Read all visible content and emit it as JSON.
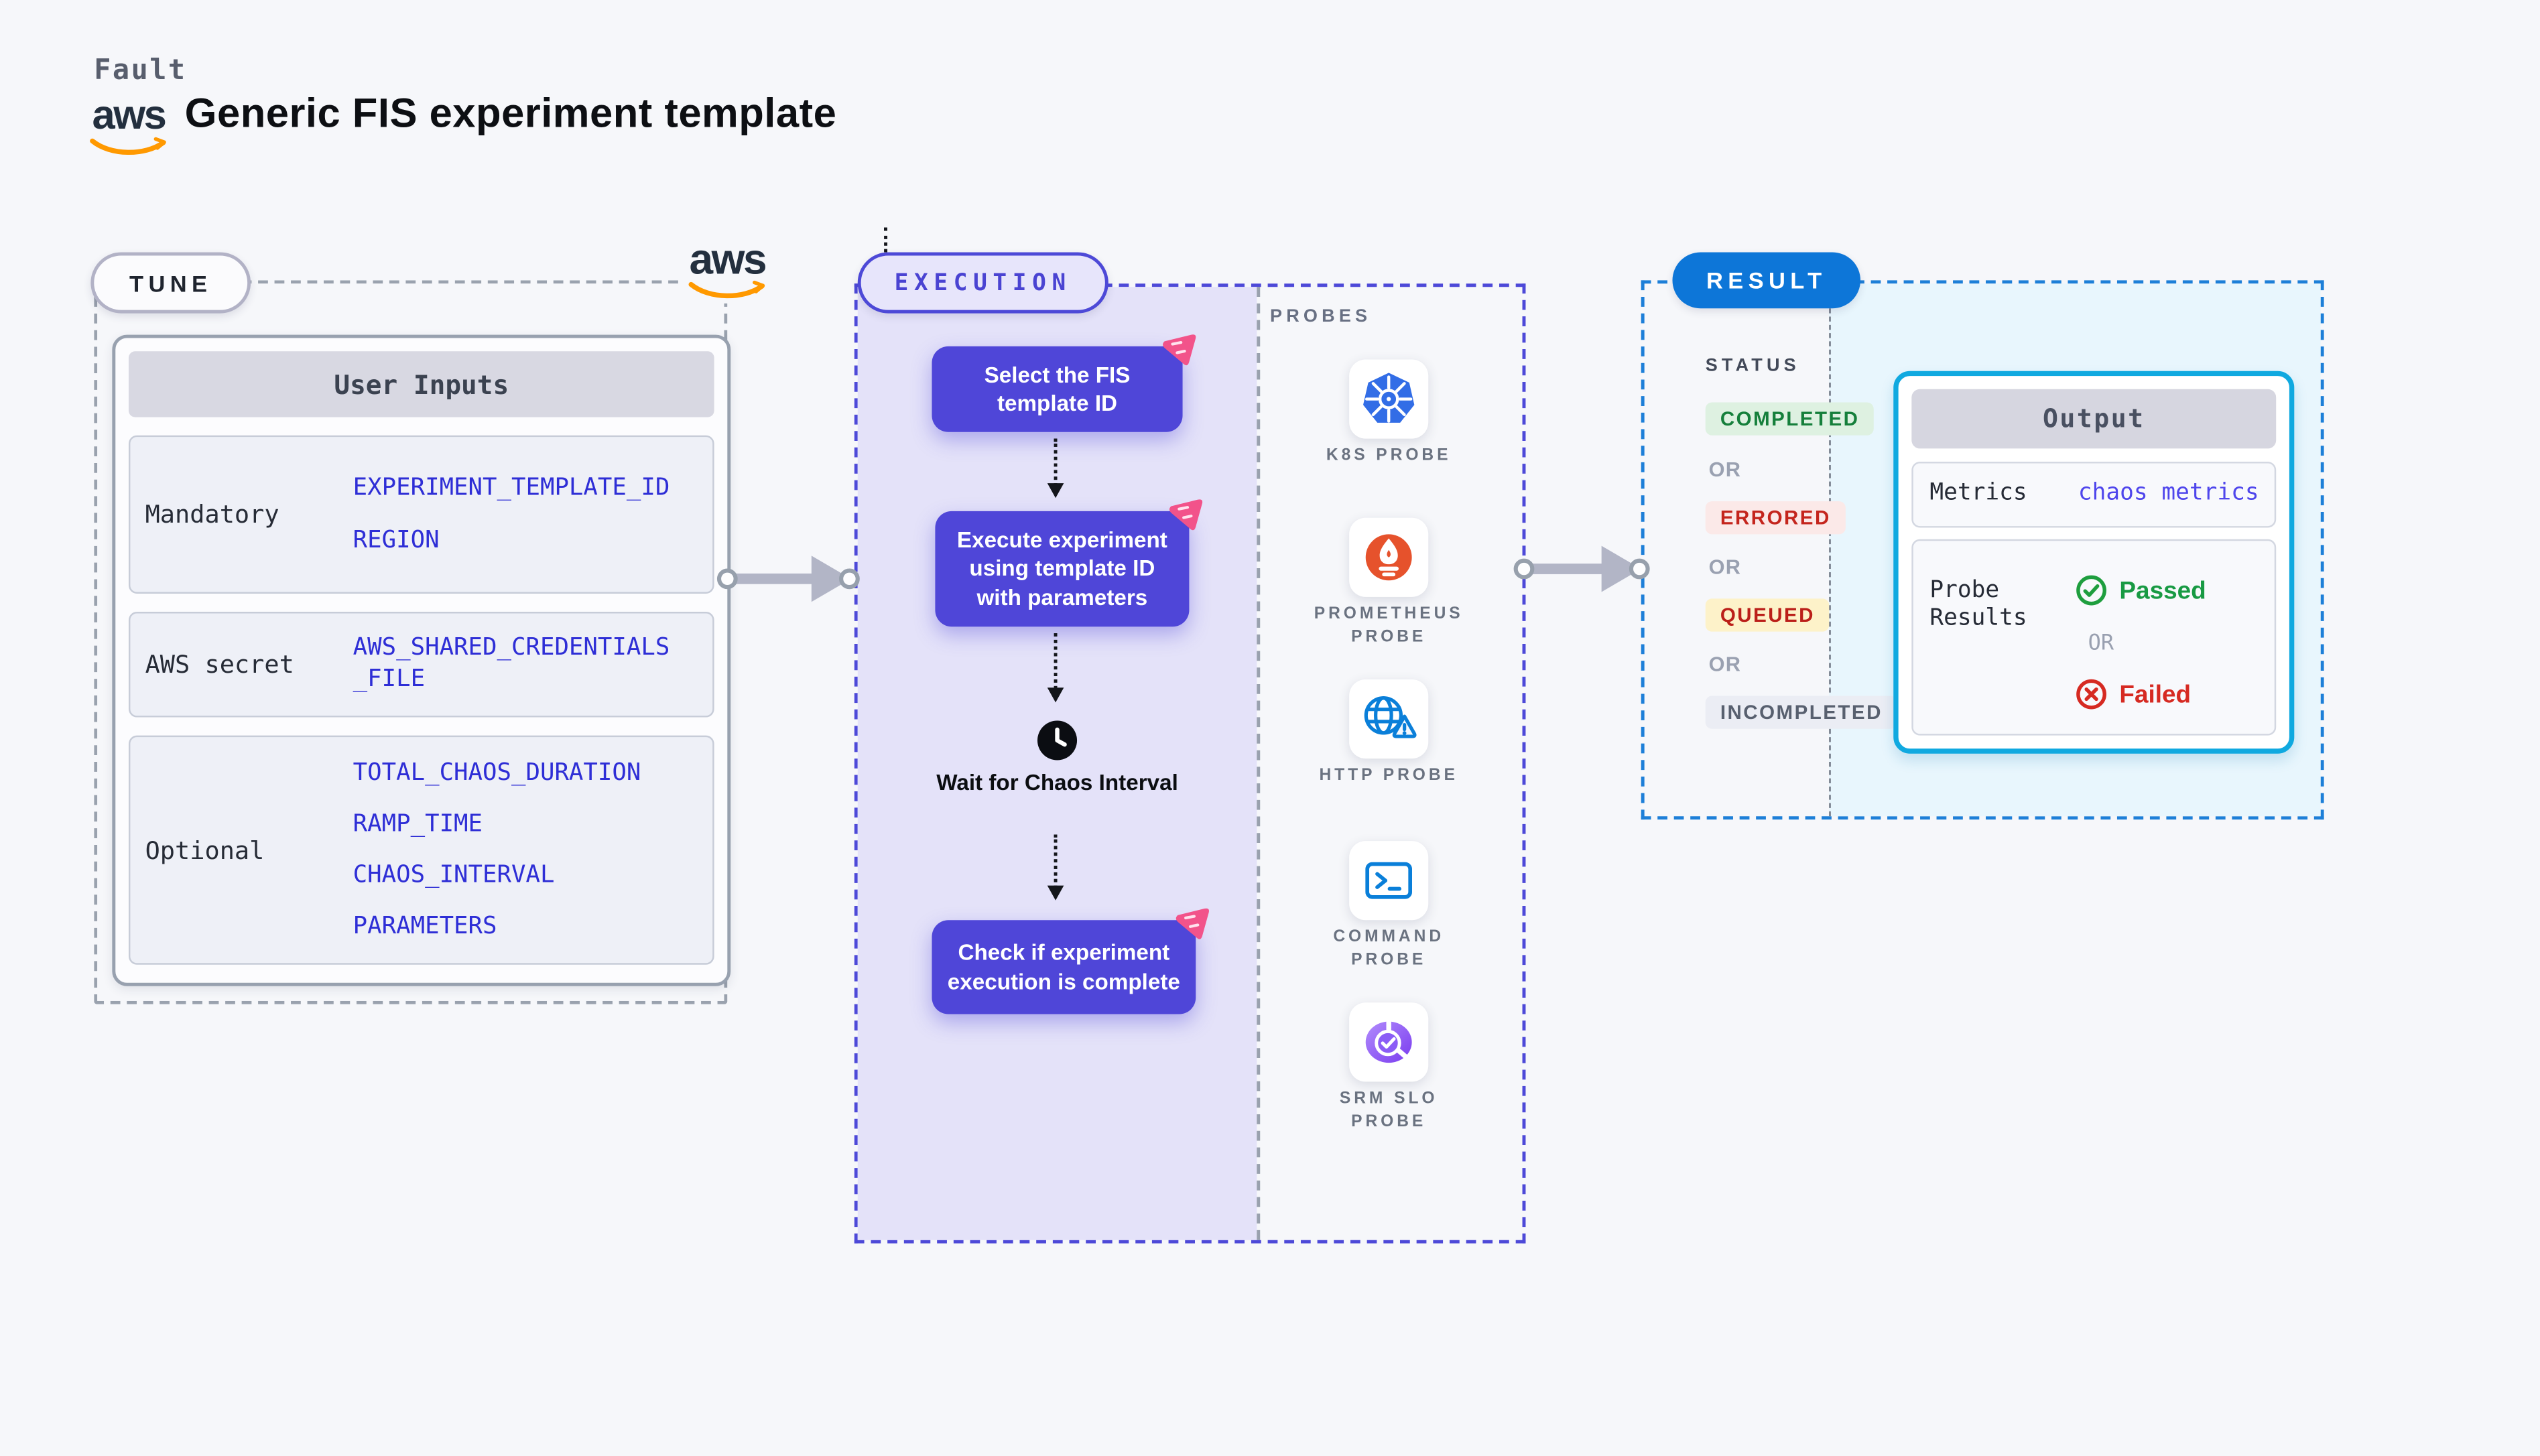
{
  "header": {
    "brand": "Fault",
    "aws_logo_text": "aws",
    "title": "Generic FIS experiment template"
  },
  "tune": {
    "pill": "TUNE",
    "card": {
      "title": "User Inputs",
      "rows": [
        {
          "label": "Mandatory",
          "values": [
            "EXPERIMENT_TEMPLATE_ID",
            "REGION"
          ]
        },
        {
          "label": "AWS secret",
          "values": [
            "AWS_SHARED_CREDENTIALS_FILE"
          ]
        },
        {
          "label": "Optional",
          "values": [
            "TOTAL_CHAOS_DURATION",
            "RAMP_TIME",
            "CHAOS_INTERVAL",
            "PARAMETERS"
          ]
        }
      ]
    }
  },
  "execution": {
    "pill": "EXECUTION",
    "steps": [
      {
        "label": "Select the FIS template ID"
      },
      {
        "label": "Execute experiment using template ID with parameters"
      },
      {
        "label": "Check if experiment execution is complete"
      }
    ],
    "wait_label": "Wait for Chaos Interval"
  },
  "probes": {
    "title": "PROBES",
    "items": [
      {
        "label": "K8S PROBE",
        "icon": "kubernetes-icon"
      },
      {
        "label": "PROMETHEUS PROBE",
        "icon": "prometheus-icon"
      },
      {
        "label": "HTTP PROBE",
        "icon": "globe-warning-icon"
      },
      {
        "label": "COMMAND PROBE",
        "icon": "terminal-icon"
      },
      {
        "label": "SRM SLO PROBE",
        "icon": "slo-gauge-icon"
      }
    ]
  },
  "result": {
    "pill": "RESULT",
    "status_title": "STATUS",
    "or_label": "OR",
    "statuses": [
      {
        "label": "COMPLETED",
        "text_color": "#157f3b",
        "bg_color": "#def1e1"
      },
      {
        "label": "ERRORED",
        "text_color": "#c4251d",
        "bg_color": "#fbe9e8"
      },
      {
        "label": "QUEUED",
        "text_color": "#bb1f19",
        "bg_color": "#fdf2c9"
      },
      {
        "label": "INCOMPLETED",
        "text_color": "#58606f",
        "bg_color": "#ebedf4"
      }
    ],
    "output": {
      "title": "Output",
      "metrics_label": "Metrics",
      "metrics_value": "chaos metrics",
      "probe_results_label": "Probe Results",
      "passed_label": "Passed",
      "failed_label": "Failed"
    }
  },
  "colors": {
    "page_bg": "#f6f7fa",
    "node_purple": "#4f46d8",
    "execution_panel": "#e4e2f9",
    "execution_border": "#4d49d8",
    "tune_border": "#9aa2ae",
    "result_border": "#1d7fd8",
    "result_pill_bg": "#0d76d8",
    "result_panel": "#e8f6fd",
    "output_border": "#10a9e0",
    "input_value_text": "#2e2ed6",
    "metrics_link": "#4f46ec",
    "passed_green": "#189a43",
    "failed_red": "#d62a22",
    "aws_orange": "#ff9900",
    "aws_navy": "#232f3e",
    "litmus_pink": "#f2538a",
    "kubernetes_blue": "#326de6",
    "prometheus_orange": "#e6522c",
    "probe_icon_blue": "#0a7fd9",
    "srm_purple": "#8b5cf6",
    "arrow_gray": "#b2b5c6"
  }
}
